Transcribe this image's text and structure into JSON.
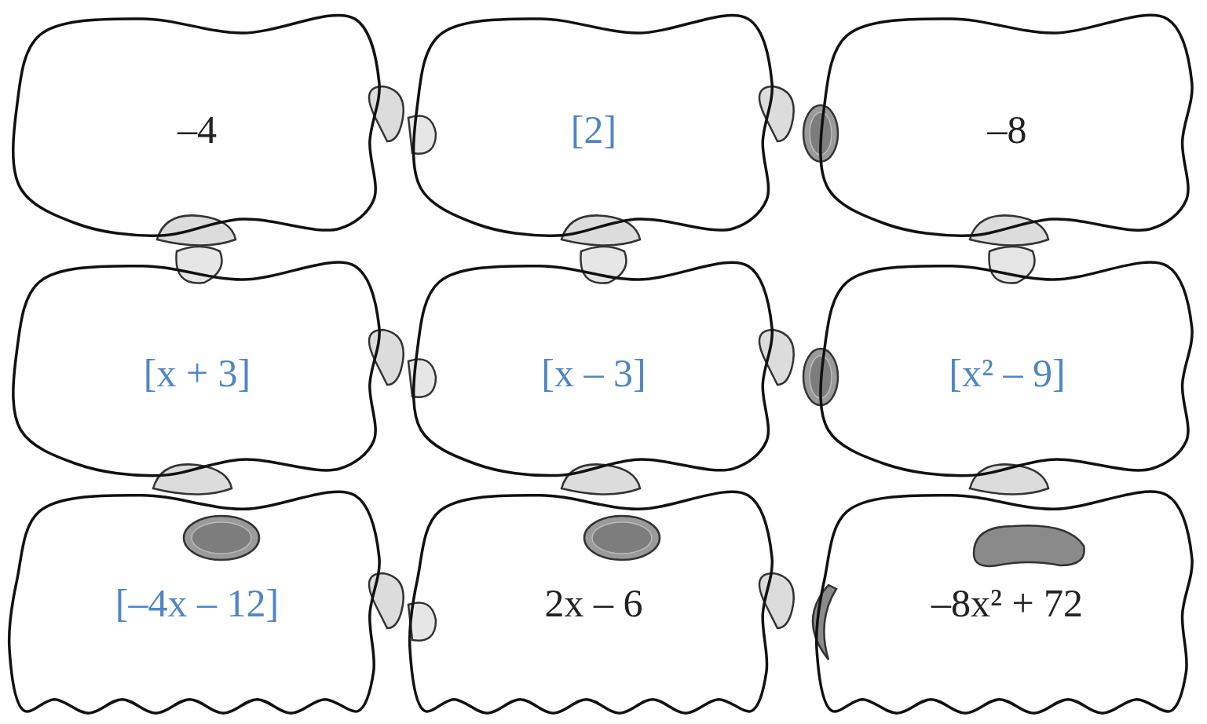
{
  "diagram": {
    "nodes": [
      {
        "text": [
          "–4"
        ]
      },
      {
        "text": [
          "[2]"
        ]
      },
      {
        "text": [
          "–8"
        ]
      },
      {
        "text": [
          "[x + 3]"
        ]
      },
      {
        "text": [
          "[x – 3]"
        ]
      },
      {
        "text": [
          "[x² – 9]"
        ]
      },
      {
        "text": [
          "[–4x – 12]"
        ]
      },
      {
        "text": [
          "2x – 6"
        ]
      },
      {
        "text": [
          "–8x² + 72"
        ]
      }
    ]
  }
}
